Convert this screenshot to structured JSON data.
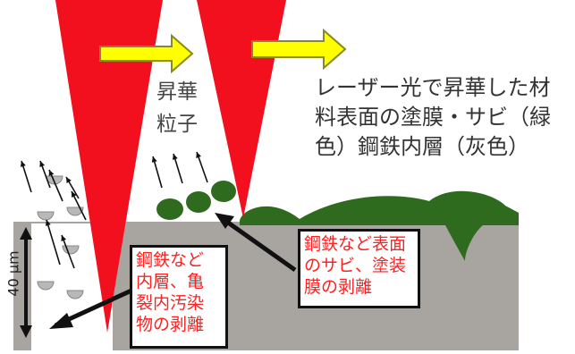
{
  "labels": {
    "particles": "昇華\n粒子",
    "description": "レーザー光で昇華した材\n料表面の塗膜・サビ（緑\n色）鋼鉄内層（灰色）",
    "depth": "40 μm"
  },
  "callouts": {
    "inner": "鋼鉄など\n内層、亀\n裂内汚染\n物の剥離",
    "surface": "鋼鉄など表面\nのサビ、塗装\n膜の剥離"
  },
  "colors": {
    "laser": "#f20f1e",
    "arrow_fill": "#ffff00",
    "arrow_outline": "#8a8a1a",
    "steel": "#a8a5a1",
    "coating": "#2f6b1e",
    "particle": "#b8b8b8",
    "callout_text": "#ff2020"
  }
}
